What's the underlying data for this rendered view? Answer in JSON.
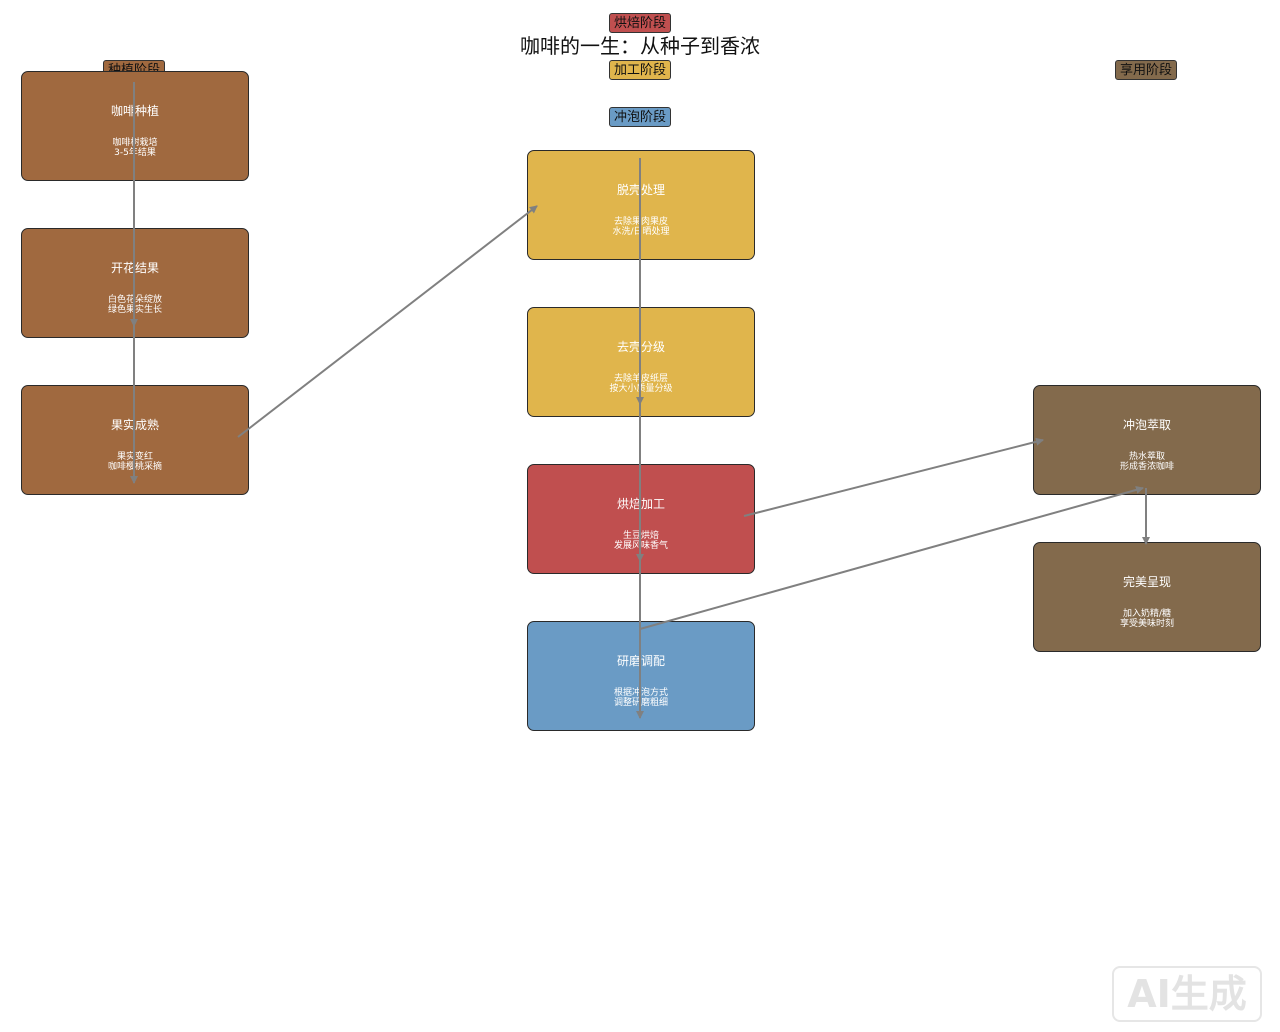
{
  "title": "咖啡的一生：从种子到香浓",
  "stages": [
    {
      "id": "planting",
      "label": "种植阶段",
      "color": "#A0693F"
    },
    {
      "id": "processing",
      "label": "加工阶段",
      "color": "#E0B54C"
    },
    {
      "id": "roasting",
      "label": "烘焙阶段",
      "color": "#C04F4F"
    },
    {
      "id": "brewing",
      "label": "冲泡阶段",
      "color": "#6A9BC5"
    },
    {
      "id": "enjoying",
      "label": "享用阶段",
      "color": "#836A4C"
    }
  ],
  "nodes": [
    {
      "id": "n1",
      "stage": "planting",
      "title": "咖啡种植",
      "desc": [
        "咖啡树栽培",
        "3-5年结果"
      ]
    },
    {
      "id": "n2",
      "stage": "planting",
      "title": "开花结果",
      "desc": [
        "白色花朵绽放",
        "绿色果实生长"
      ]
    },
    {
      "id": "n3",
      "stage": "planting",
      "title": "果实成熟",
      "desc": [
        "果实变红",
        "咖啡樱桃采摘"
      ]
    },
    {
      "id": "n4",
      "stage": "processing",
      "title": "脱壳处理",
      "desc": [
        "去除果肉果皮",
        "水洗/日晒处理"
      ]
    },
    {
      "id": "n5",
      "stage": "processing",
      "title": "去壳分级",
      "desc": [
        "去除羊皮纸层",
        "按大小质量分级"
      ]
    },
    {
      "id": "n6",
      "stage": "roasting",
      "title": "烘焙加工",
      "desc": [
        "生豆烘焙",
        "发展风味香气"
      ]
    },
    {
      "id": "n7",
      "stage": "brewing",
      "title": "研磨调配",
      "desc": [
        "根据冲泡方式",
        "调整研磨粗细"
      ]
    },
    {
      "id": "n8",
      "stage": "enjoying",
      "title": "冲泡萃取",
      "desc": [
        "热水萃取",
        "形成香浓咖啡"
      ]
    },
    {
      "id": "n9",
      "stage": "enjoying",
      "title": "完美呈现",
      "desc": [
        "加入奶精/糖",
        "享受美味时刻"
      ]
    }
  ],
  "edges": [
    {
      "from": "n1",
      "to": "n2"
    },
    {
      "from": "n2",
      "to": "n3"
    },
    {
      "from": "n3",
      "to": "n4"
    },
    {
      "from": "n4",
      "to": "n5"
    },
    {
      "from": "n5",
      "to": "n6"
    },
    {
      "from": "n6",
      "to": "n7"
    },
    {
      "from": "n6",
      "to": "n8"
    },
    {
      "from": "n7",
      "to": "n8"
    },
    {
      "from": "n8",
      "to": "n9"
    }
  ],
  "colors": {
    "edge": "#808080",
    "node_text": "#ffffff"
  },
  "watermark": "AI生成"
}
